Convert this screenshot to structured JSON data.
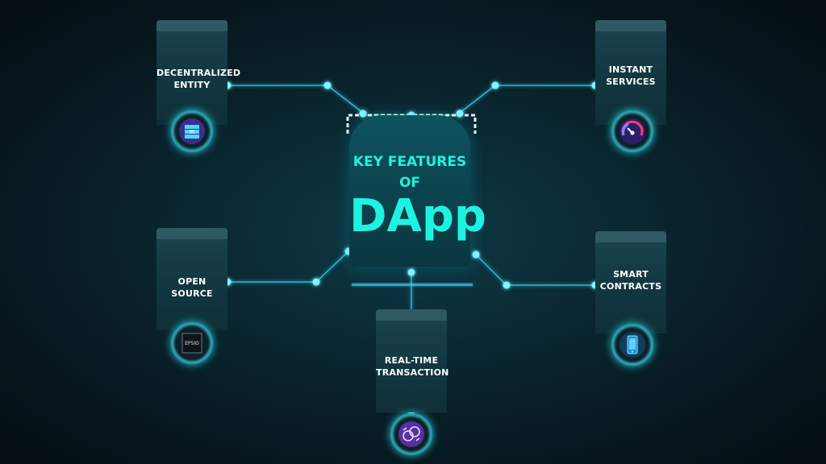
{
  "center": {
    "line1": "KEY FEATURES",
    "line2": "OF",
    "title": "DApp"
  },
  "features": [
    {
      "line1": "DECENTRALIZED",
      "line2": "ENTITY",
      "icon": "cube-stack-icon"
    },
    {
      "line1": "INSTANT",
      "line2": "SERVICES",
      "icon": "speedometer-icon"
    },
    {
      "line1": "OPEN SOURCE",
      "line2": "",
      "icon": "processor-chip-icon"
    },
    {
      "line1": "SMART",
      "line2": "CONTRACTS",
      "icon": "smartphone-icon"
    },
    {
      "line1": "REAL-TIME",
      "line2": "TRANSACTION",
      "icon": "currency-exchange-icon"
    }
  ],
  "chip_text": "EPSIO",
  "colors": {
    "accent": "#1ef2e0",
    "glow": "#4fe6ff",
    "card": "#133842"
  }
}
